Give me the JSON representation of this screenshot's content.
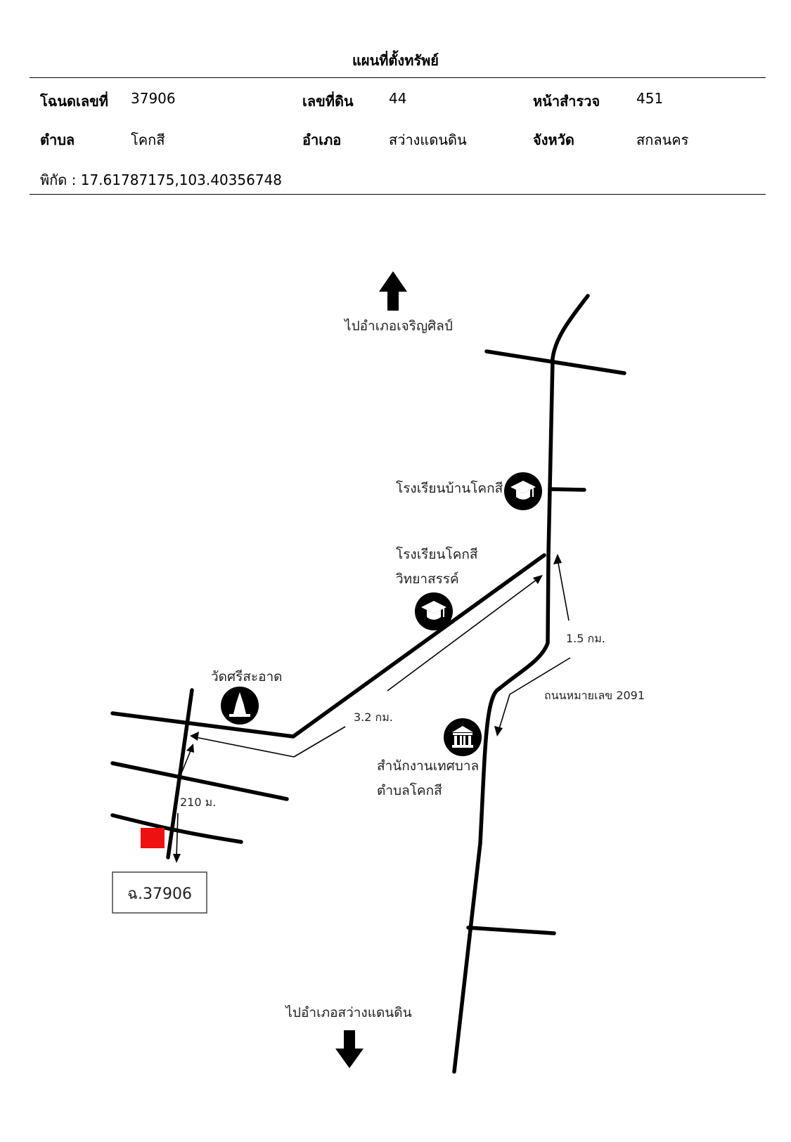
{
  "header": {
    "title": "แผนที่ตั้งทรัพย์",
    "deed_no_label": "โฉนดเลขที่",
    "deed_no": "37906",
    "land_no_label": "เลขที่ดิน",
    "land_no": "44",
    "survey_page_label": "หน้าสำรวจ",
    "survey_page": "451",
    "subdistrict_label": "ตำบล",
    "subdistrict": "โคกสี",
    "district_label": "อำเภอ",
    "district": "สว่างแดนดิน",
    "province_label": "จังหวัด",
    "province": "สกลนคร",
    "coordinates": "พิกัด : 17.61787175,103.40356748"
  },
  "map": {
    "north_label": "ไปอำเภอเจริญศิลป์",
    "south_label": "ไปอำเภอสว่างแดนดิน",
    "school1": "โรงเรียนบ้านโคกสี",
    "school2_line1": "โรงเรียนโคกสี",
    "school2_line2": "วิทยาสรรค์",
    "temple": "วัดศรีสะอาด",
    "office_line1": "สำนักงานเทศบาล",
    "office_line2": "ตำบลโคกสี",
    "road_name": "ถนนหมายเลข 2091",
    "dist_1": "1.5 กม.",
    "dist_2": "3.2 กม.",
    "dist_3": "210 ม.",
    "parcel_label": "ฉ.37906",
    "parcel_color": "#ee1111"
  }
}
